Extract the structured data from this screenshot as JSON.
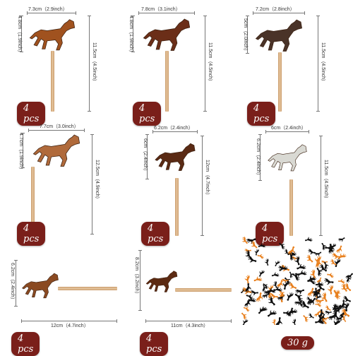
{
  "items": [
    {
      "width": "7.3cm（2.9inch）",
      "height": "4.8cm（1.9inch）",
      "length": "11.5cm（4.5inch）",
      "qty": "4 pcs",
      "color": "#a0521f"
    },
    {
      "width": "7.8cm（3.1inch）",
      "height": "4.8cm（1.9inch）",
      "length": "11.5cm（4.5inch）",
      "qty": "4 pcs",
      "color": "#6b2e18"
    },
    {
      "width": "7.2cm（2.8inch）",
      "height": "5cm（2.0inch）",
      "length": "11.5cm（4.5inch）",
      "qty": "4 pcs",
      "color": "#4a3328"
    },
    {
      "width": "7.7cm（3.0inch）",
      "height": "4.7cm（1.9inch）",
      "length": "12.5cm（4.9inch）",
      "qty": "4 pcs",
      "color": "#b06a3b"
    },
    {
      "width": "6.2cm（2.4inch）",
      "height": "6cm（2.4inch）",
      "length": "12cm（4.7inch）",
      "qty": "4 pcs",
      "color": "#5a2a14"
    },
    {
      "width": "6cm（2.4inch）",
      "height": "6.2cm（2.4inch）",
      "length": "11.5cm（4.5inch）",
      "qty": "4 pcs",
      "color": "#d9d9d3"
    },
    {
      "width": "",
      "height": "6.2cm（2.4inch）",
      "length": "12cm（4.7inch）",
      "qty": "4 pcs",
      "color": "#8a4a22"
    },
    {
      "width": "",
      "height": "8.2cm（3.2inch）",
      "length": "11cm（4.3inch）",
      "qty": "4 pcs",
      "color": "#5c2a12"
    }
  ],
  "confetti": {
    "label": "30 g",
    "colors": [
      "#111111",
      "#e8801e"
    ]
  },
  "badge_color": "#7a1f1a"
}
